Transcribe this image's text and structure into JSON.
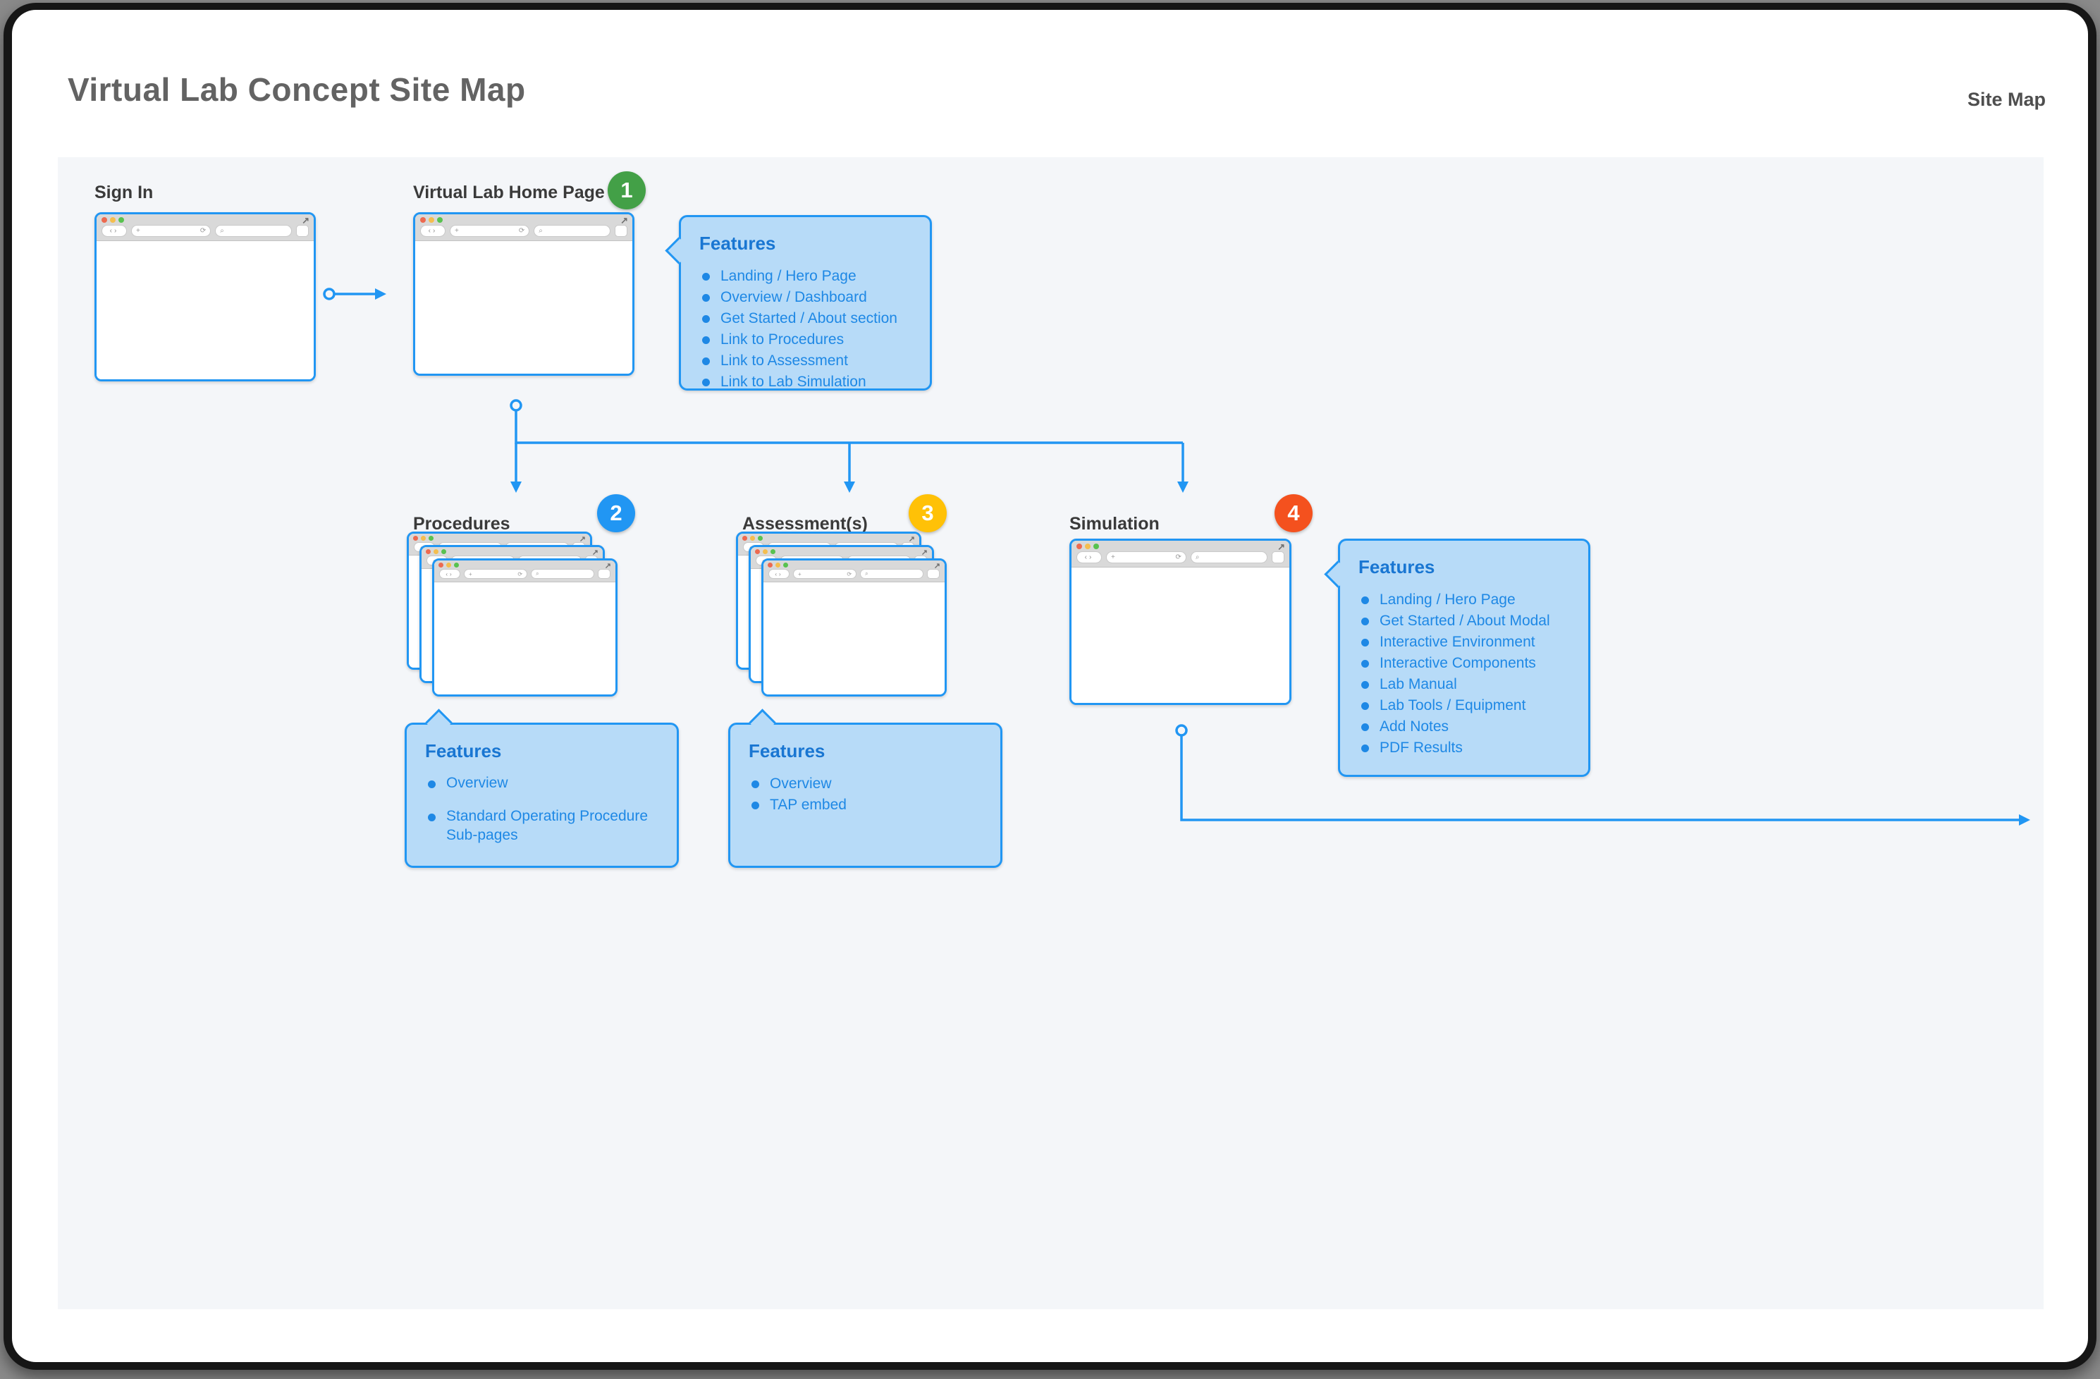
{
  "header": {
    "title": "Virtual Lab Concept Site Map",
    "corner_label": "Site Map"
  },
  "sections": {
    "sign_in": {
      "label": "Sign In"
    },
    "home": {
      "label": "Virtual Lab Home Page",
      "badge": "1",
      "features": {
        "heading": "Features",
        "items": [
          "Landing / Hero Page",
          "Overview / Dashboard",
          "Get Started / About section",
          "Link to Procedures",
          "Link to Assessment",
          "Link to Lab Simulation"
        ]
      }
    },
    "procedures": {
      "label": "Procedures",
      "badge": "2",
      "features": {
        "heading": "Features",
        "items": [
          "Overview",
          "Standard Operating Procedure Sub-pages"
        ]
      }
    },
    "assessments": {
      "label": "Assessment(s)",
      "badge": "3",
      "features": {
        "heading": "Features",
        "items": [
          "Overview",
          "TAP embed"
        ]
      }
    },
    "simulation": {
      "label": "Simulation",
      "badge": "4",
      "features": {
        "heading": "Features",
        "items": [
          "Landing / Hero Page",
          "Get Started / About Modal",
          "Interactive Environment",
          "Interactive Components",
          "Lab Manual",
          "Lab Tools / Equipment",
          "Add Notes",
          "PDF Results"
        ]
      }
    }
  },
  "colors": {
    "accent": "#2196F3",
    "badge_1": "#43A047",
    "badge_2": "#2196F3",
    "badge_3": "#FFC107",
    "badge_4": "#F4511E",
    "callout_fill": "#B7DBF8",
    "callout_text": "#1E88E5"
  }
}
